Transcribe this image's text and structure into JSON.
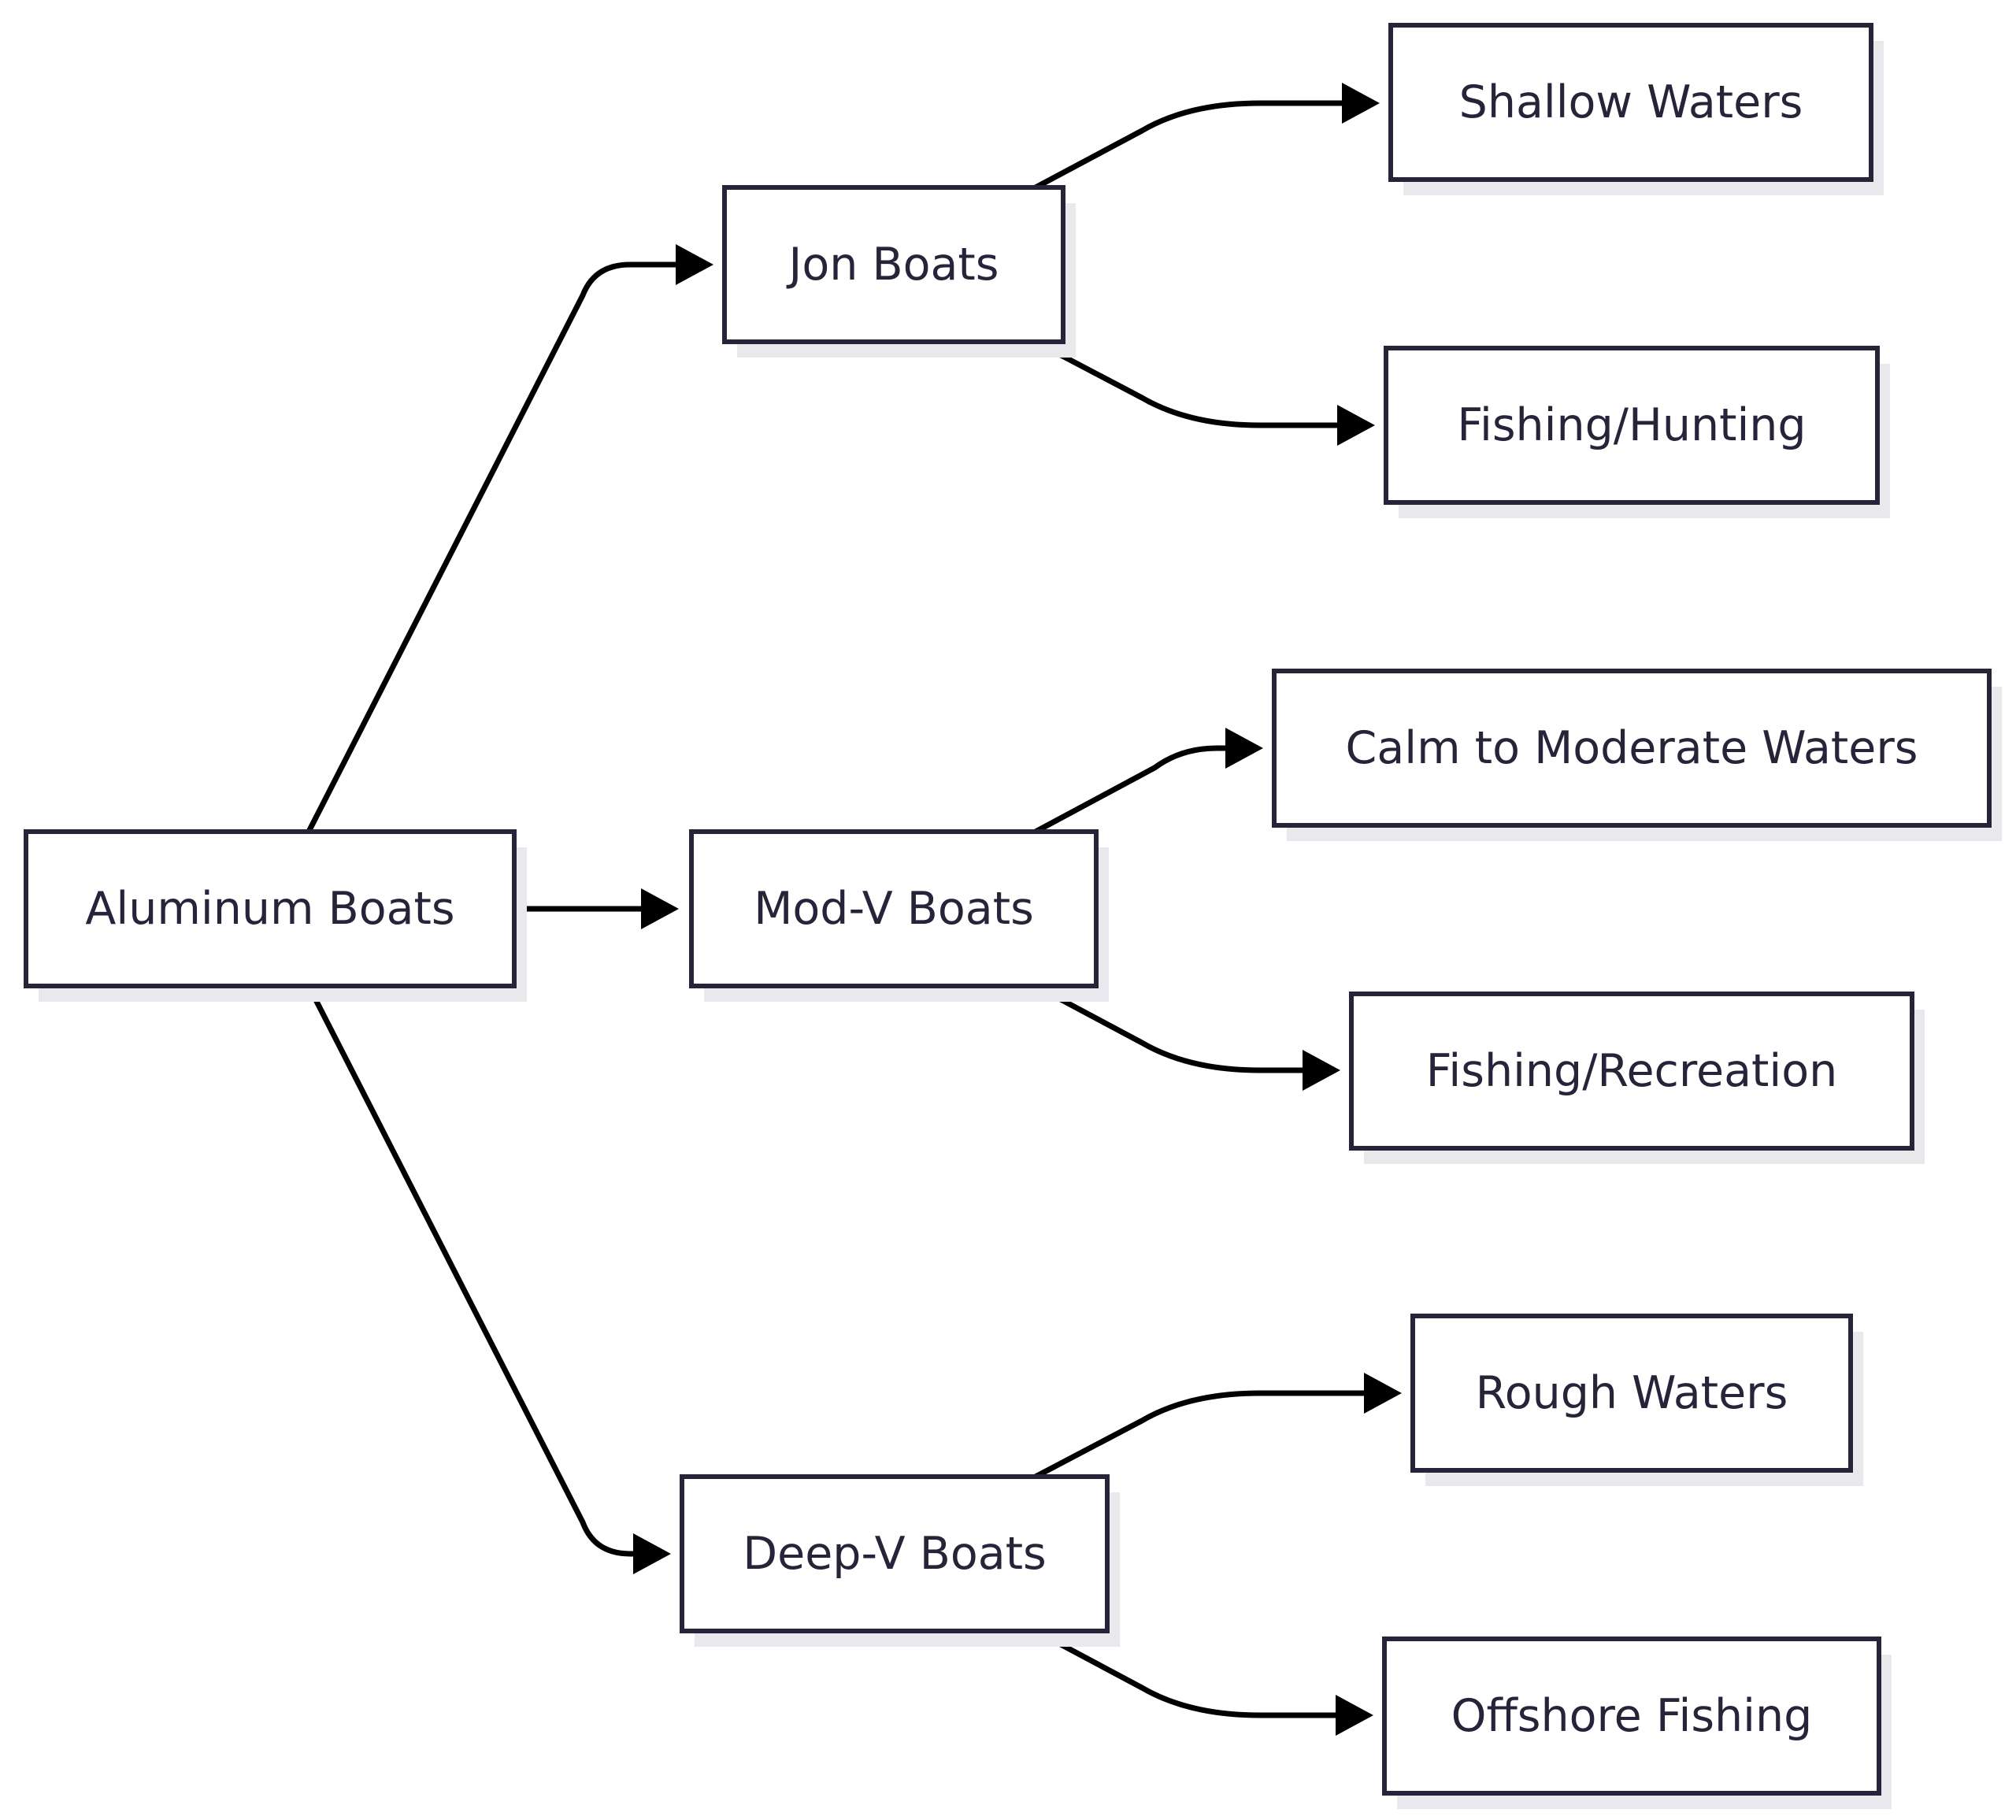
{
  "diagram": {
    "type": "flowchart",
    "direction": "left-to-right",
    "colors": {
      "node_border": "#252438",
      "node_fill": "#ffffff",
      "node_text": "#252438",
      "node_shadow": "#e9e9ed",
      "edge": "#000000",
      "background": "#ffffff"
    },
    "nodes": [
      {
        "id": "aluminum",
        "label": "Aluminum Boats"
      },
      {
        "id": "jon",
        "label": "Jon Boats"
      },
      {
        "id": "modv",
        "label": "Mod-V Boats"
      },
      {
        "id": "deepv",
        "label": "Deep-V Boats"
      },
      {
        "id": "shallow",
        "label": "Shallow Waters"
      },
      {
        "id": "fishhunt",
        "label": "Fishing/Hunting"
      },
      {
        "id": "calm",
        "label": "Calm to Moderate Waters"
      },
      {
        "id": "fishrec",
        "label": "Fishing/Recreation"
      },
      {
        "id": "rough",
        "label": "Rough Waters"
      },
      {
        "id": "offshore",
        "label": "Offshore Fishing"
      }
    ],
    "edges": [
      {
        "from": "aluminum",
        "to": "jon"
      },
      {
        "from": "aluminum",
        "to": "modv"
      },
      {
        "from": "aluminum",
        "to": "deepv"
      },
      {
        "from": "jon",
        "to": "shallow"
      },
      {
        "from": "jon",
        "to": "fishhunt"
      },
      {
        "from": "modv",
        "to": "calm"
      },
      {
        "from": "modv",
        "to": "fishrec"
      },
      {
        "from": "deepv",
        "to": "rough"
      },
      {
        "from": "deepv",
        "to": "offshore"
      }
    ]
  }
}
